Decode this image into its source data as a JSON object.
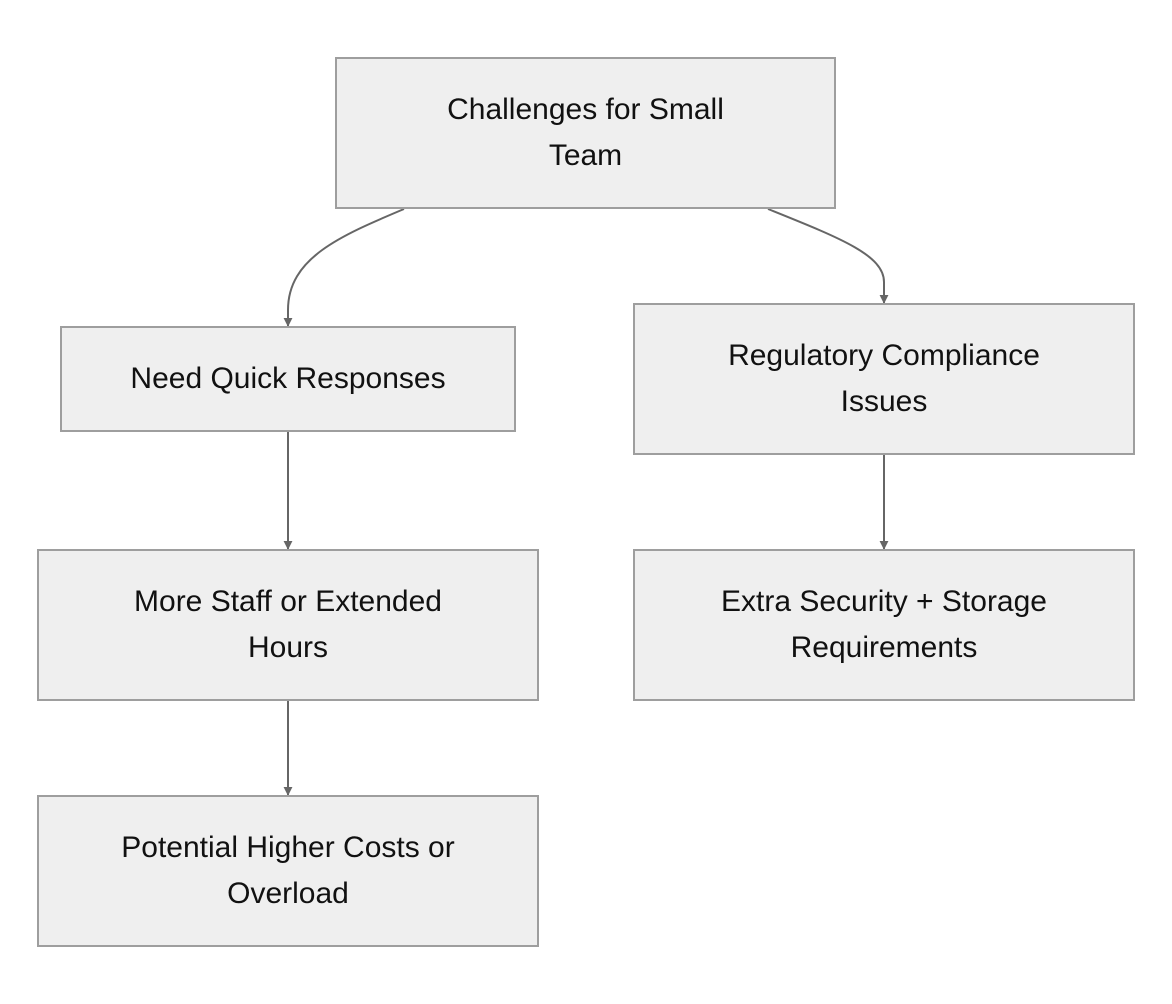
{
  "diagram": {
    "nodes": {
      "root": {
        "label": "Challenges for Small Team"
      },
      "quick": {
        "label": "Need Quick Responses"
      },
      "reg": {
        "label": "Regulatory Compliance Issues"
      },
      "staff": {
        "label": "More Staff or Extended Hours"
      },
      "sec": {
        "label": "Extra Security + Storage Requirements"
      },
      "costs": {
        "label": "Potential Higher Costs or Overload"
      }
    },
    "edges": [
      {
        "from": "root",
        "to": "quick"
      },
      {
        "from": "root",
        "to": "reg"
      },
      {
        "from": "quick",
        "to": "staff"
      },
      {
        "from": "staff",
        "to": "costs"
      },
      {
        "from": "reg",
        "to": "sec"
      }
    ],
    "colors": {
      "node_fill": "#efefef",
      "node_border": "#9e9e9e",
      "edge": "#666666",
      "text": "#111111"
    }
  }
}
